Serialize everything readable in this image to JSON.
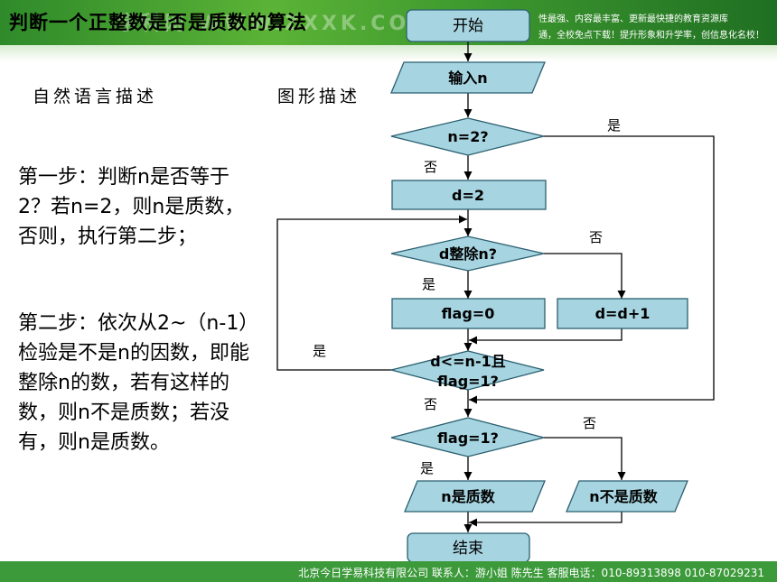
{
  "header": {
    "title": "判断一个正整数是否是质数的算法",
    "watermark": "学科网 WWW.ZXXK.COM 门教",
    "promo_line1": "性最强、内容最丰富、更新最快捷的教育资源库",
    "promo_line2": "通，全校免点下载！提升形象和升学率，创信息化名校！"
  },
  "labels": {
    "natural_language": "自然语言描述",
    "graphical": "图形描述"
  },
  "steps": {
    "step1": "第一步：判断n是否等于2？若n=2，则n是质数，否则，执行第二步；",
    "step2": "第二步：依次从2~（n-1）检验是不是n的因数，即能整除n的数，若有这样的数，则n不是质数；若没有，则n是质数。"
  },
  "flowchart": {
    "start": "开始",
    "input": "输入n",
    "cond_n2": "n=2?",
    "assign_d": "d=2",
    "cond_divide": "d整除n?",
    "flag0": "flag=0",
    "increment": "d=d+1",
    "cond_loop_1": "d<=n-1且",
    "cond_loop_2": "flag=1?",
    "cond_flag": "flag=1?",
    "is_prime": "n是质数",
    "not_prime": "n不是质数",
    "end": "结束",
    "yes": "是",
    "no": "否"
  },
  "footer": {
    "text": "北京今日学易科技有限公司 联系人：游小姐 陈先生 客服电话：010-89313898 010-87029231"
  },
  "colors": {
    "shape_fill": "#a6d4e0",
    "shape_stroke": "#2b5f70",
    "header_green": "#4aa534"
  }
}
